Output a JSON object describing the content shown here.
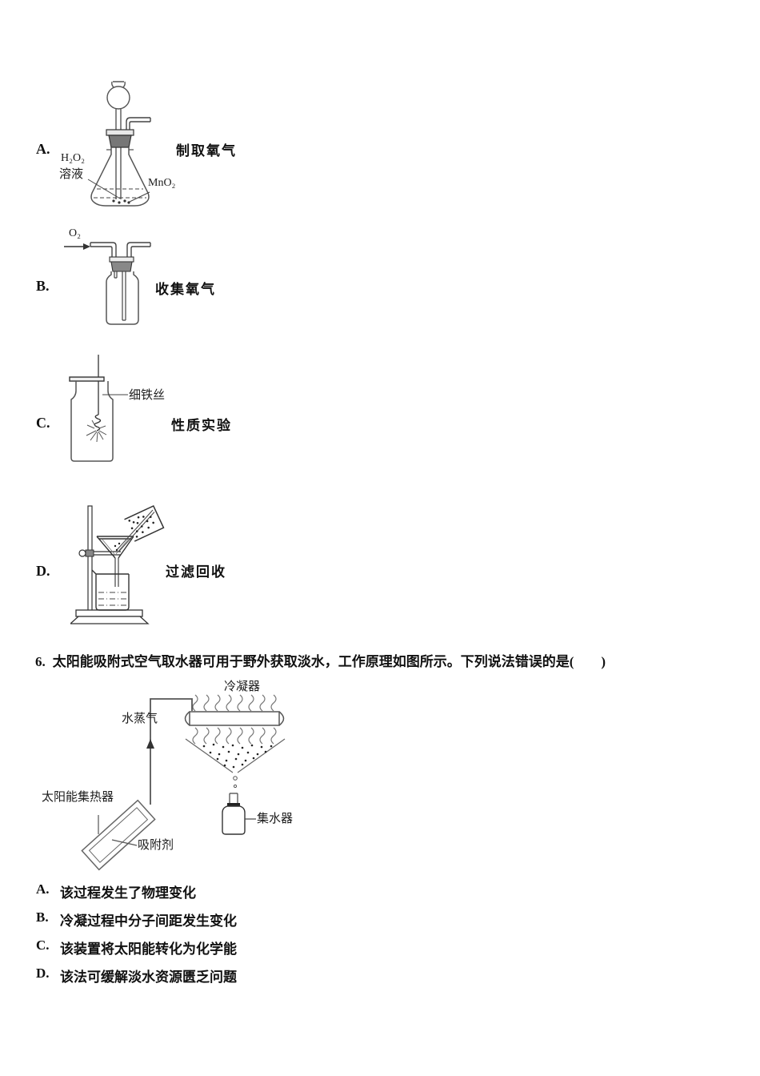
{
  "document": {
    "background": "#ffffff",
    "text_color": "#111111",
    "line_color": "#555555"
  },
  "apparatus_options": [
    {
      "letter": "A.",
      "title": "制取氧气",
      "labels": {
        "reagent_line1": "H₂O₂",
        "reagent_line2": "溶液",
        "catalyst": "MnO₂"
      }
    },
    {
      "letter": "B.",
      "title": "收集氧气",
      "labels": {
        "gas": "O₂"
      }
    },
    {
      "letter": "C.",
      "title": "性质实验",
      "labels": {
        "wire": "细铁丝"
      }
    },
    {
      "letter": "D.",
      "title": "过滤回收"
    }
  ],
  "question": {
    "number": "6.",
    "text": "太阳能吸附式空气取水器可用于野外获取淡水，工作原理如图所示。下列说法错误的是(　　)",
    "diagram": {
      "condenser": "冷凝器",
      "water_vapor": "水蒸气",
      "solar_collector": "太阳能集热器",
      "adsorbent": "吸附剂",
      "water_collector": "集水器"
    },
    "choices": [
      {
        "letter": "A.",
        "text": "该过程发生了物理变化"
      },
      {
        "letter": "B.",
        "text": "冷凝过程中分子间距发生变化"
      },
      {
        "letter": "C.",
        "text": "该装置将太阳能转化为化学能"
      },
      {
        "letter": "D.",
        "text": "该法可缓解淡水资源匮乏问题"
      }
    ]
  }
}
